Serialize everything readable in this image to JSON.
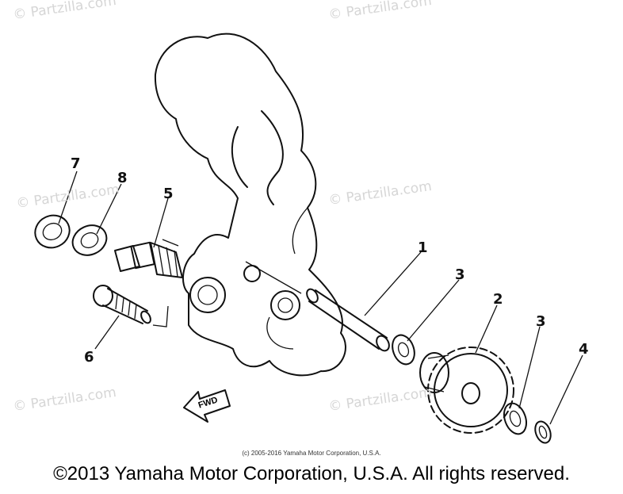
{
  "watermark": "© Partzilla.com",
  "callouts": [
    "1",
    "2",
    "3",
    "3",
    "4",
    "5",
    "6",
    "7",
    "8"
  ],
  "fwd_arrow_label": "FWD",
  "small_copyright": "(c) 2005-2016 Yamaha Motor Corporation, U.S.A.",
  "main_copyright": "©2013 Yamaha Motor Corporation, U.S.A. All rights reserved."
}
